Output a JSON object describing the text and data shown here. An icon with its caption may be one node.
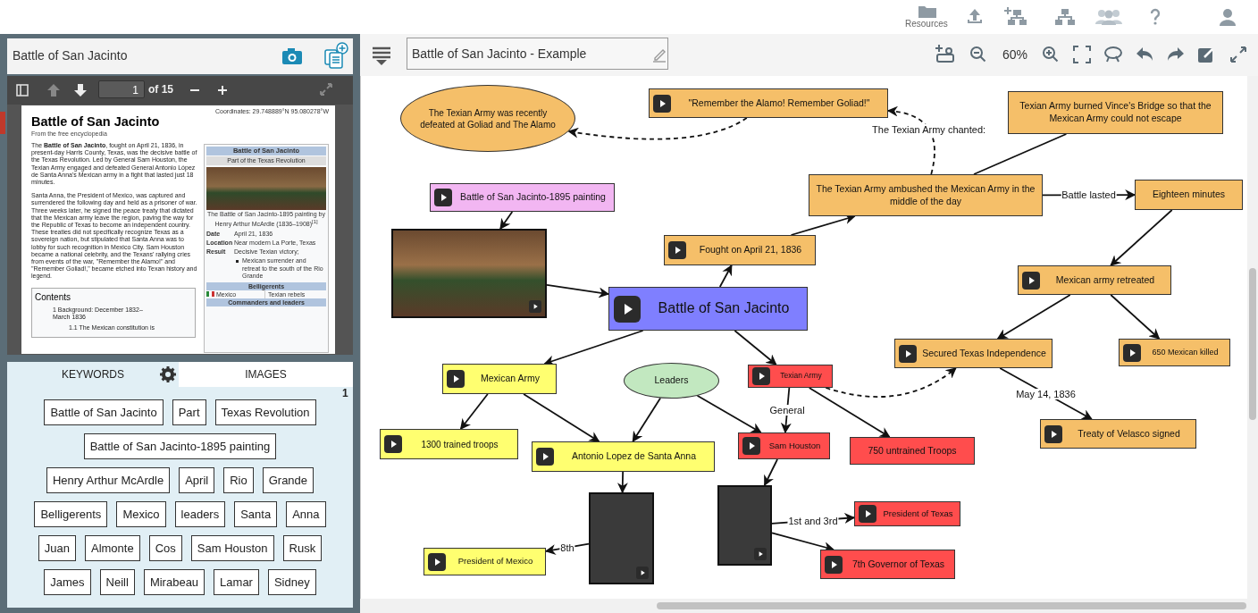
{
  "diagram": {
    "nodes": [
      {
        "text": [
          "The Texian Army was recently defeated at Goliad and The Alamo"
        ]
      },
      {
        "text": [
          "\"Remember the Alamo! Remember Goliad!\""
        ]
      },
      {
        "text": [
          "Texian Army burned Vince's Bridge so that the Mexican Army could not escape"
        ]
      },
      {
        "text": [
          "Battle of San Jacinto-1895 painting"
        ]
      },
      {
        "text": [],
        "shape": "picture"
      },
      {
        "text": [
          "Fought on April 21, 1836"
        ]
      },
      {
        "text": [
          "The Texian Army ambushed the Mexican Army in the middle of the day"
        ]
      },
      {
        "text": [
          "Eighteen minutes"
        ]
      },
      {
        "text": [
          "Battle of San Jacinto"
        ]
      },
      {
        "text": [
          "Mexican army retreated"
        ]
      },
      {
        "text": [
          "Secured Texas Independence"
        ]
      },
      {
        "text": [
          "650 Mexican killed"
        ]
      },
      {
        "text": [
          "Mexican Army"
        ]
      },
      {
        "text": [
          "Leaders"
        ]
      },
      {
        "text": [
          "Texian Army"
        ]
      },
      {
        "text": [
          "Treaty of Velasco signed"
        ]
      },
      {
        "text": [
          "1300 trained troops"
        ]
      },
      {
        "text": [
          "Antonio Lopez de Santa Anna"
        ]
      },
      {
        "text": [
          "Sam Houston"
        ]
      },
      {
        "text": [
          "750 untrained Troops"
        ]
      },
      {
        "text": [],
        "shape": "picture"
      },
      {
        "text": [],
        "shape": "picture"
      },
      {
        "text": [
          "President of Texas"
        ]
      },
      {
        "text": [
          "President of Mexico"
        ]
      },
      {
        "text": [
          "7th Governor of Texas"
        ]
      }
    ],
    "edges": [
      {
        "from": 1,
        "to": 0,
        "arrow": "to",
        "style": "dashed"
      },
      {
        "from": 6,
        "to": 1,
        "arrow": "to",
        "style": "dashed",
        "label": "The Texian Army chanted:"
      },
      {
        "from": 6,
        "to": 2,
        "arrow": "none"
      },
      {
        "from": 3,
        "to": 4,
        "arrow": "to"
      },
      {
        "from": 4,
        "to": 8,
        "arrow": "to"
      },
      {
        "from": 8,
        "to": 5,
        "arrow": "to"
      },
      {
        "from": 5,
        "to": 6,
        "arrow": "to"
      },
      {
        "from": 6,
        "to": 7,
        "arrow": "to",
        "label": "Battle lasted"
      },
      {
        "from": 7,
        "to": 9,
        "arrow": "to"
      },
      {
        "from": 9,
        "to": 10,
        "arrow": "to"
      },
      {
        "from": 9,
        "to": 11,
        "arrow": "to"
      },
      {
        "from": 10,
        "to": 15,
        "arrow": "to",
        "label": "May 14, 1836"
      },
      {
        "from": 8,
        "to": 12,
        "arrow": "to"
      },
      {
        "from": 8,
        "to": 14,
        "arrow": "to"
      },
      {
        "from": 14,
        "to": 10,
        "arrow": "to",
        "style": "dashed"
      },
      {
        "from": 12,
        "to": 16,
        "arrow": "to"
      },
      {
        "from": 12,
        "to": 17,
        "arrow": "to"
      },
      {
        "from": 13,
        "to": 17,
        "arrow": "to"
      },
      {
        "from": 13,
        "to": 18,
        "arrow": "to"
      },
      {
        "from": 14,
        "to": 18,
        "arrow": "to",
        "label": "General"
      },
      {
        "from": 14,
        "to": 19,
        "arrow": "to"
      },
      {
        "from": 17,
        "to": 20,
        "arrow": "to"
      },
      {
        "from": 18,
        "to": 21,
        "arrow": "to"
      },
      {
        "from": 20,
        "to": 23,
        "arrow": "to",
        "label": "8th"
      },
      {
        "from": 21,
        "to": 22,
        "arrow": "to",
        "label": "1st and 3rd"
      },
      {
        "from": 21,
        "to": 24,
        "arrow": "to"
      }
    ],
    "labels": [
      "Resources",
      "Battle of San Jacinto",
      "1",
      "of 15",
      "Coordinates: 29.748889°N 95.080278°W",
      "Battle of San Jacinto",
      "From the free encyclopedia",
      "The **Battle of San Jacinto**, fought on April 21, 1836, in present-day Harris County, Texas, was the decisive battle of the Texas Revolution. Led by General Sam Houston, the Texian Army engaged and defeated General Antonio López de Santa Anna's Mexican army in a fight that lasted just 18 minutes.",
      "Santa Anna, the President of Mexico, was captured and surrendered the following day and held as a prisoner of war. Three weeks later, he signed the peace treaty that dictated that the Mexican army leave the region, paving the way for the Republic of Texas to become an independent country. These treaties did not specifically recognize Texas as a sovereign nation, but stipulated that Santa Anna was to lobby for such recognition in Mexico City. Sam Houston became a national celebrity, and the Texans' rallying cries from events of the war, \"Remember the Alamo!\" and \"Remember Goliad!,\" became etched into Texan history and legend.",
      "Contents",
      "1 Background: December 1832– March 1836",
      "1.1 The Mexican constitution is",
      "Battle of San Jacinto",
      "Part of the Texas Revolution",
      "The Battle of San Jacinto-1895 painting by Henry Arthur McArdle (1836–1908)$^{[1]}$",
      "Date",
      "April 21, 1836",
      "Location",
      "Near modern La Porte, Texas",
      "Result",
      "Decisive Texian victory;",
      "Mexican surrender and retreat to the south of the Rio Grande",
      "Belligerents",
      "Mexico",
      "Texian rebels",
      "Commanders and leaders",
      "KEYWORDS",
      "IMAGES",
      "1",
      "Battle of San Jacinto",
      "Part",
      "Texas Revolution",
      "Battle of San Jacinto-1895 painting",
      "Henry Arthur McArdle",
      "April",
      "Rio",
      "Grande",
      "Belligerents",
      "Mexico",
      "leaders",
      "Santa",
      "Anna",
      "Juan",
      "Almonte",
      "Cos",
      "Sam Houston",
      "Rusk",
      "James",
      "Neill",
      "Mirabeau",
      "Lamar",
      "Sidney",
      "Battle of San Jacinto - Example",
      "60%"
    ]
  }
}
